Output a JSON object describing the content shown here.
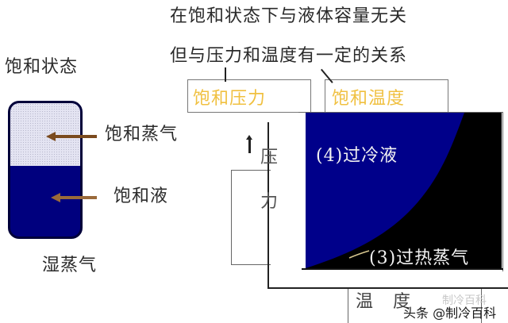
{
  "header": {
    "line1": "在饱和状态下与液体容量无关",
    "line2": "但与压力和温度有一定的关系"
  },
  "left_panel": {
    "title": "饱和状态",
    "vapor_label": "饱和蒸气",
    "liquid_label": "饱和液",
    "caption": "湿蒸气",
    "colors": {
      "vapor": "#e4e4f2",
      "liquid": "#00007e",
      "arrow": "#7a4a1e"
    }
  },
  "boxes": {
    "pressure": "饱和压力",
    "temperature": "饱和温度",
    "text_color": "#f0c040"
  },
  "axes": {
    "y_label_1": "压",
    "y_label_2": "力",
    "x_label_1": "温",
    "x_label_2": "度"
  },
  "plot": {
    "region_subcooled": "(4)过冷液",
    "region_superheated": "(3)过热蒸气",
    "colors": {
      "subcooled": "#00008a",
      "superheated": "#000000"
    }
  },
  "watermark": {
    "ghost": "制冷百科",
    "text": "头条 @制冷百科"
  }
}
